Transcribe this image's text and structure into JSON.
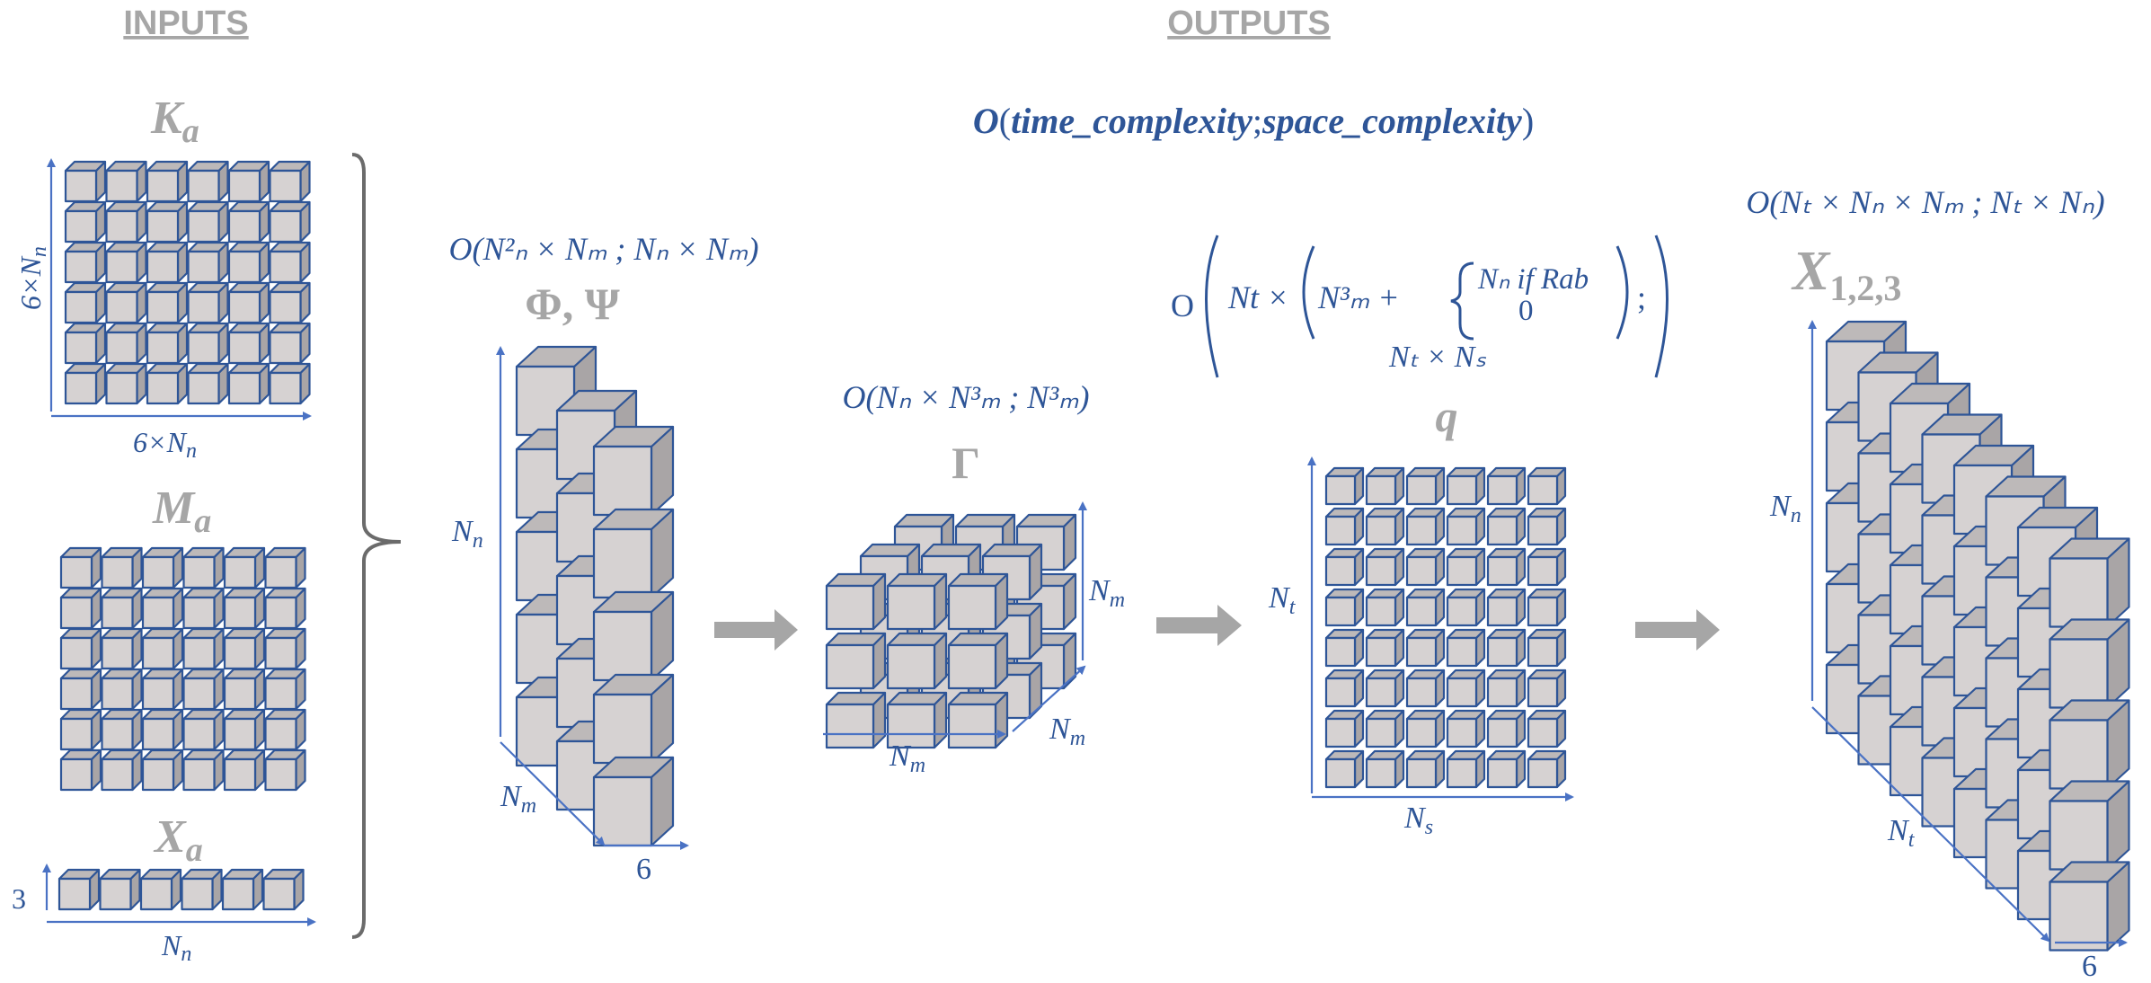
{
  "headers": {
    "inputs": "INPUTS",
    "outputs": "OUTPUTS"
  },
  "complexity_legend": {
    "o": "O",
    "open": "(",
    "time": "time_complexity",
    "sep": ";",
    "space": "space_complexity",
    "close": ")"
  },
  "inputs": {
    "ka": {
      "label": "K",
      "sub": "a",
      "y_axis": "6×N",
      "y_axis_sub": "n",
      "x_axis": "6×N",
      "x_axis_sub": "n"
    },
    "ma": {
      "label": "M",
      "sub": "a"
    },
    "xa": {
      "label": "X",
      "sub": "a",
      "y_axis": "3",
      "x_axis": "N",
      "x_axis_sub": "n"
    }
  },
  "phi_psi": {
    "label": "Φ, Ψ",
    "complexity": "O(N²ₙ × Nₘ ; Nₙ × Nₘ)",
    "axis_vertical": "Nn",
    "axis_depth": "Nm",
    "axis_width": "6"
  },
  "gamma": {
    "label": "Γ",
    "complexity": "O(Nₙ × N³ₘ ; N³ₘ)",
    "axis_vertical": "Nm",
    "axis_depth": "Nm",
    "axis_width": "Nm"
  },
  "q": {
    "label": "q",
    "complexity_o": "O",
    "complexity_nt": "Nt ×",
    "complexity_nm3": "N³ₘ +",
    "case_1": "Nₙ   if Rab",
    "case_2": "0",
    "complexity_end": ";",
    "complexity_line2": "Nₜ × Nₛ",
    "axis_vertical": "Nt",
    "axis_horizontal": "Ns"
  },
  "x123": {
    "label": "X",
    "sub": "1,2,3",
    "complexity": "O(Nₜ × Nₙ × Nₘ ; Nₜ × Nₙ)",
    "axis_vertical": "Nn",
    "axis_depth": "Nt",
    "axis_width": "6"
  }
}
